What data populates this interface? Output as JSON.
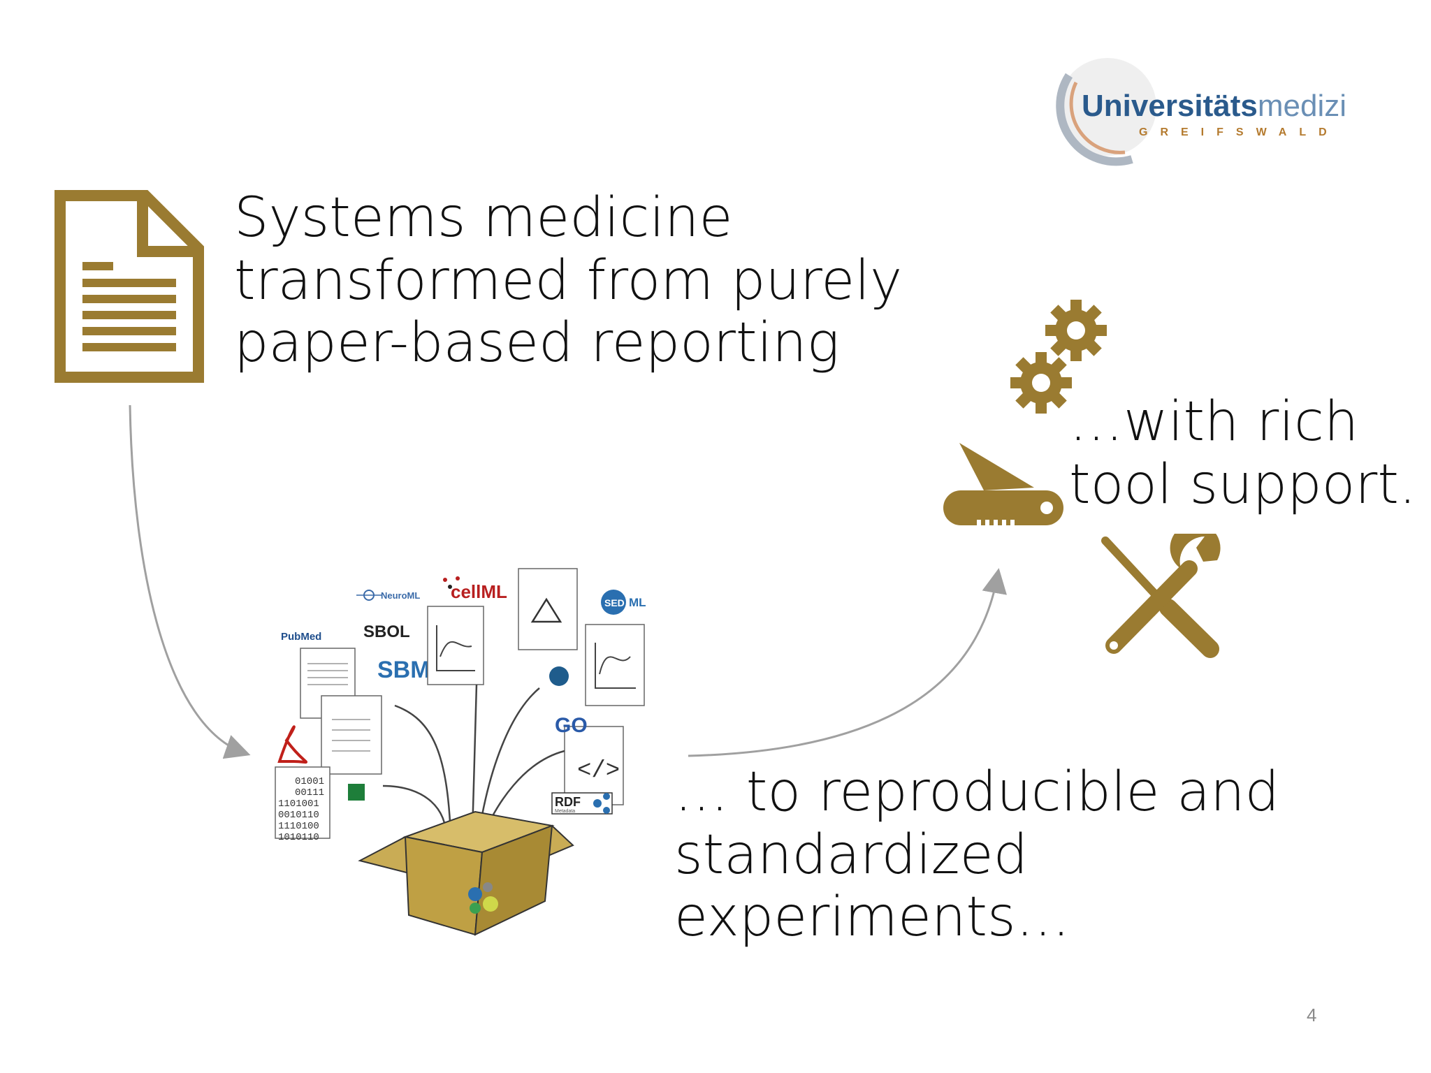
{
  "logo": {
    "main": "Universitäts",
    "sub": "medizin",
    "city": "GREIFSWALD"
  },
  "title": "Systems medicine\ntransformed from purely\npaper-based reporting",
  "tools_text": "…with rich\ntool support.",
  "repro_text": "… to reproducible and\nstandardized\nexperiments…",
  "slide_number": "4",
  "format_logos": {
    "neuroml": "NeuroML",
    "cellml": "cellML",
    "pubmed": "PubMed",
    "sbol": "SBOL",
    "sbml": "SBML",
    "sedml_a": "SED",
    "sedml_b": "ML",
    "go": "GO",
    "rdf": "RDF",
    "rdf_sub": "Metadata",
    "code": "</>"
  },
  "binary_lines": [
    "01001",
    "00111",
    "1101001",
    "0010110",
    "1110100",
    "1010110"
  ],
  "colors": {
    "gold": "#9a7b31",
    "box": "#bfa044",
    "arrow": "#a0a0a0",
    "logo_blue": "#2a5a8c"
  }
}
